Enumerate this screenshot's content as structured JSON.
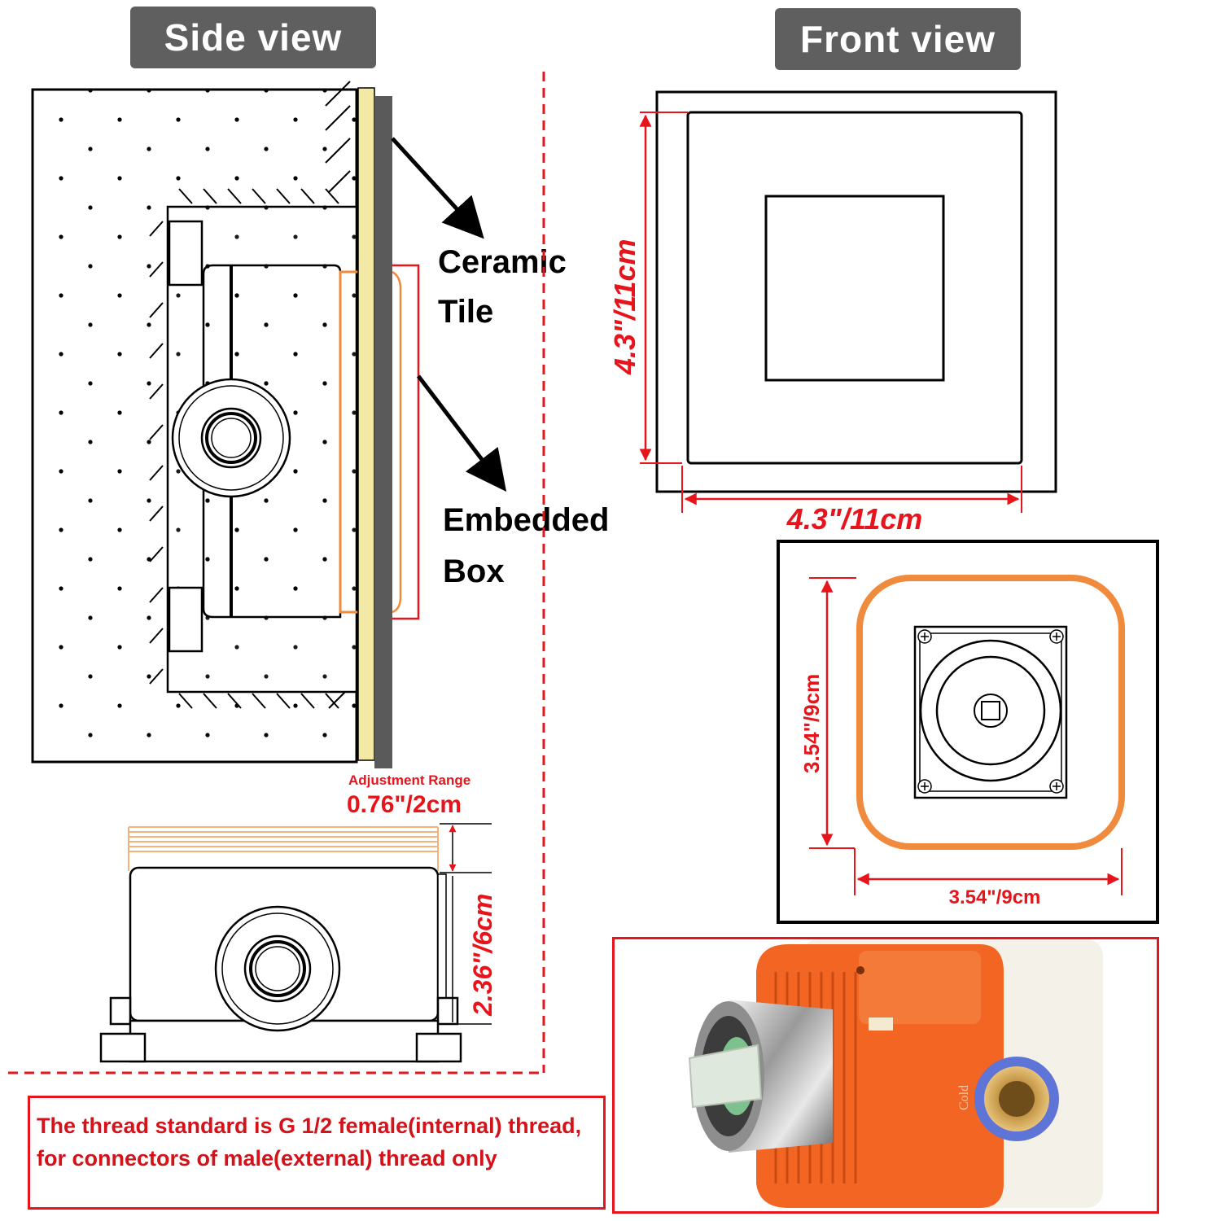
{
  "titles": {
    "side_view": "Side view",
    "front_view": "Front view"
  },
  "side_view": {
    "label_ceramic_1": "Ceramic",
    "label_ceramic_2": "Tile",
    "label_embedded_1": "Embedded",
    "label_embedded_2": "Box",
    "adjust_caption": "Adjustment Range",
    "adjust_value": "0.76\"/2cm",
    "height_value": "2.36\"/6cm"
  },
  "front_view": {
    "outer_height": "4.3\"/11cm",
    "outer_width": "4.3\"/11cm",
    "box_height": "3.54\"/9cm",
    "box_width": "3.54\"/9cm"
  },
  "note": {
    "text": "The thread standard is G 1/2 female(internal) thread, for connectors of male(external) thread only"
  },
  "photo": {
    "port_label": "Cold"
  },
  "colors": {
    "dimension_red": "#e8141b",
    "orange": "#f08a3c",
    "tile_yellow": "#f3e9a5",
    "tile_gray": "#5a5a5a",
    "badge_gray": "#5f5f5f"
  }
}
